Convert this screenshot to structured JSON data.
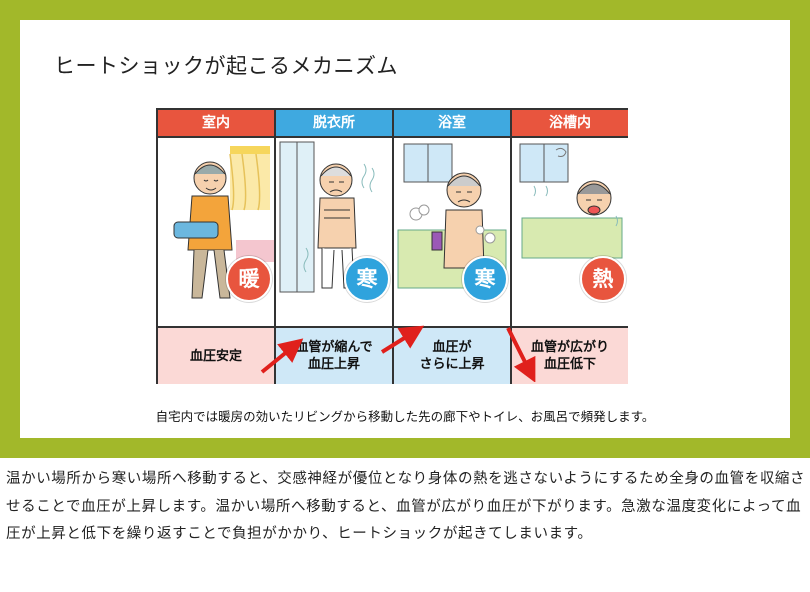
{
  "title": "ヒートショックが起こるメカニズム",
  "columns": [
    {
      "header": "室内",
      "temp_label": "暖",
      "status_lines": [
        "血圧安定"
      ],
      "header_color": "#e8553e",
      "badge_color": "#e8553e",
      "bottom_bg": "#fbd9d6"
    },
    {
      "header": "脱衣所",
      "temp_label": "寒",
      "status_lines": [
        "血管が縮んで",
        "血圧上昇"
      ],
      "header_color": "#3fa9e0",
      "badge_color": "#2fa3dd",
      "bottom_bg": "#cfe8f7"
    },
    {
      "header": "浴室",
      "temp_label": "寒",
      "status_lines": [
        "血圧が",
        "さらに上昇"
      ],
      "header_color": "#3fa9e0",
      "badge_color": "#2fa3dd",
      "bottom_bg": "#cfe8f7"
    },
    {
      "header": "浴槽内",
      "temp_label": "熱",
      "status_lines": [
        "血管が広がり",
        "血圧低下"
      ],
      "header_color": "#e8553e",
      "badge_color": "#e8553e",
      "bottom_bg": "#fbd9d6"
    }
  ],
  "caption": "自宅内では暖房の効いたリビングから移動した先の廊下やトイレ、お風呂で頻発します。",
  "body_text": "温かい場所から寒い場所へ移動すると、交感神経が優位となり身体の熱を逃さないようにするため全身の血管を収縮させることで血圧が上昇します。温かい場所へ移動すると、血管が広がり血圧が下がります。急激な温度変化によって血圧が上昇と低下を繰り返すことで負担がかかり、ヒートショックが起きてしまいます。",
  "colors": {
    "frame": "#a2b82a",
    "arrow": "#e0201c"
  }
}
